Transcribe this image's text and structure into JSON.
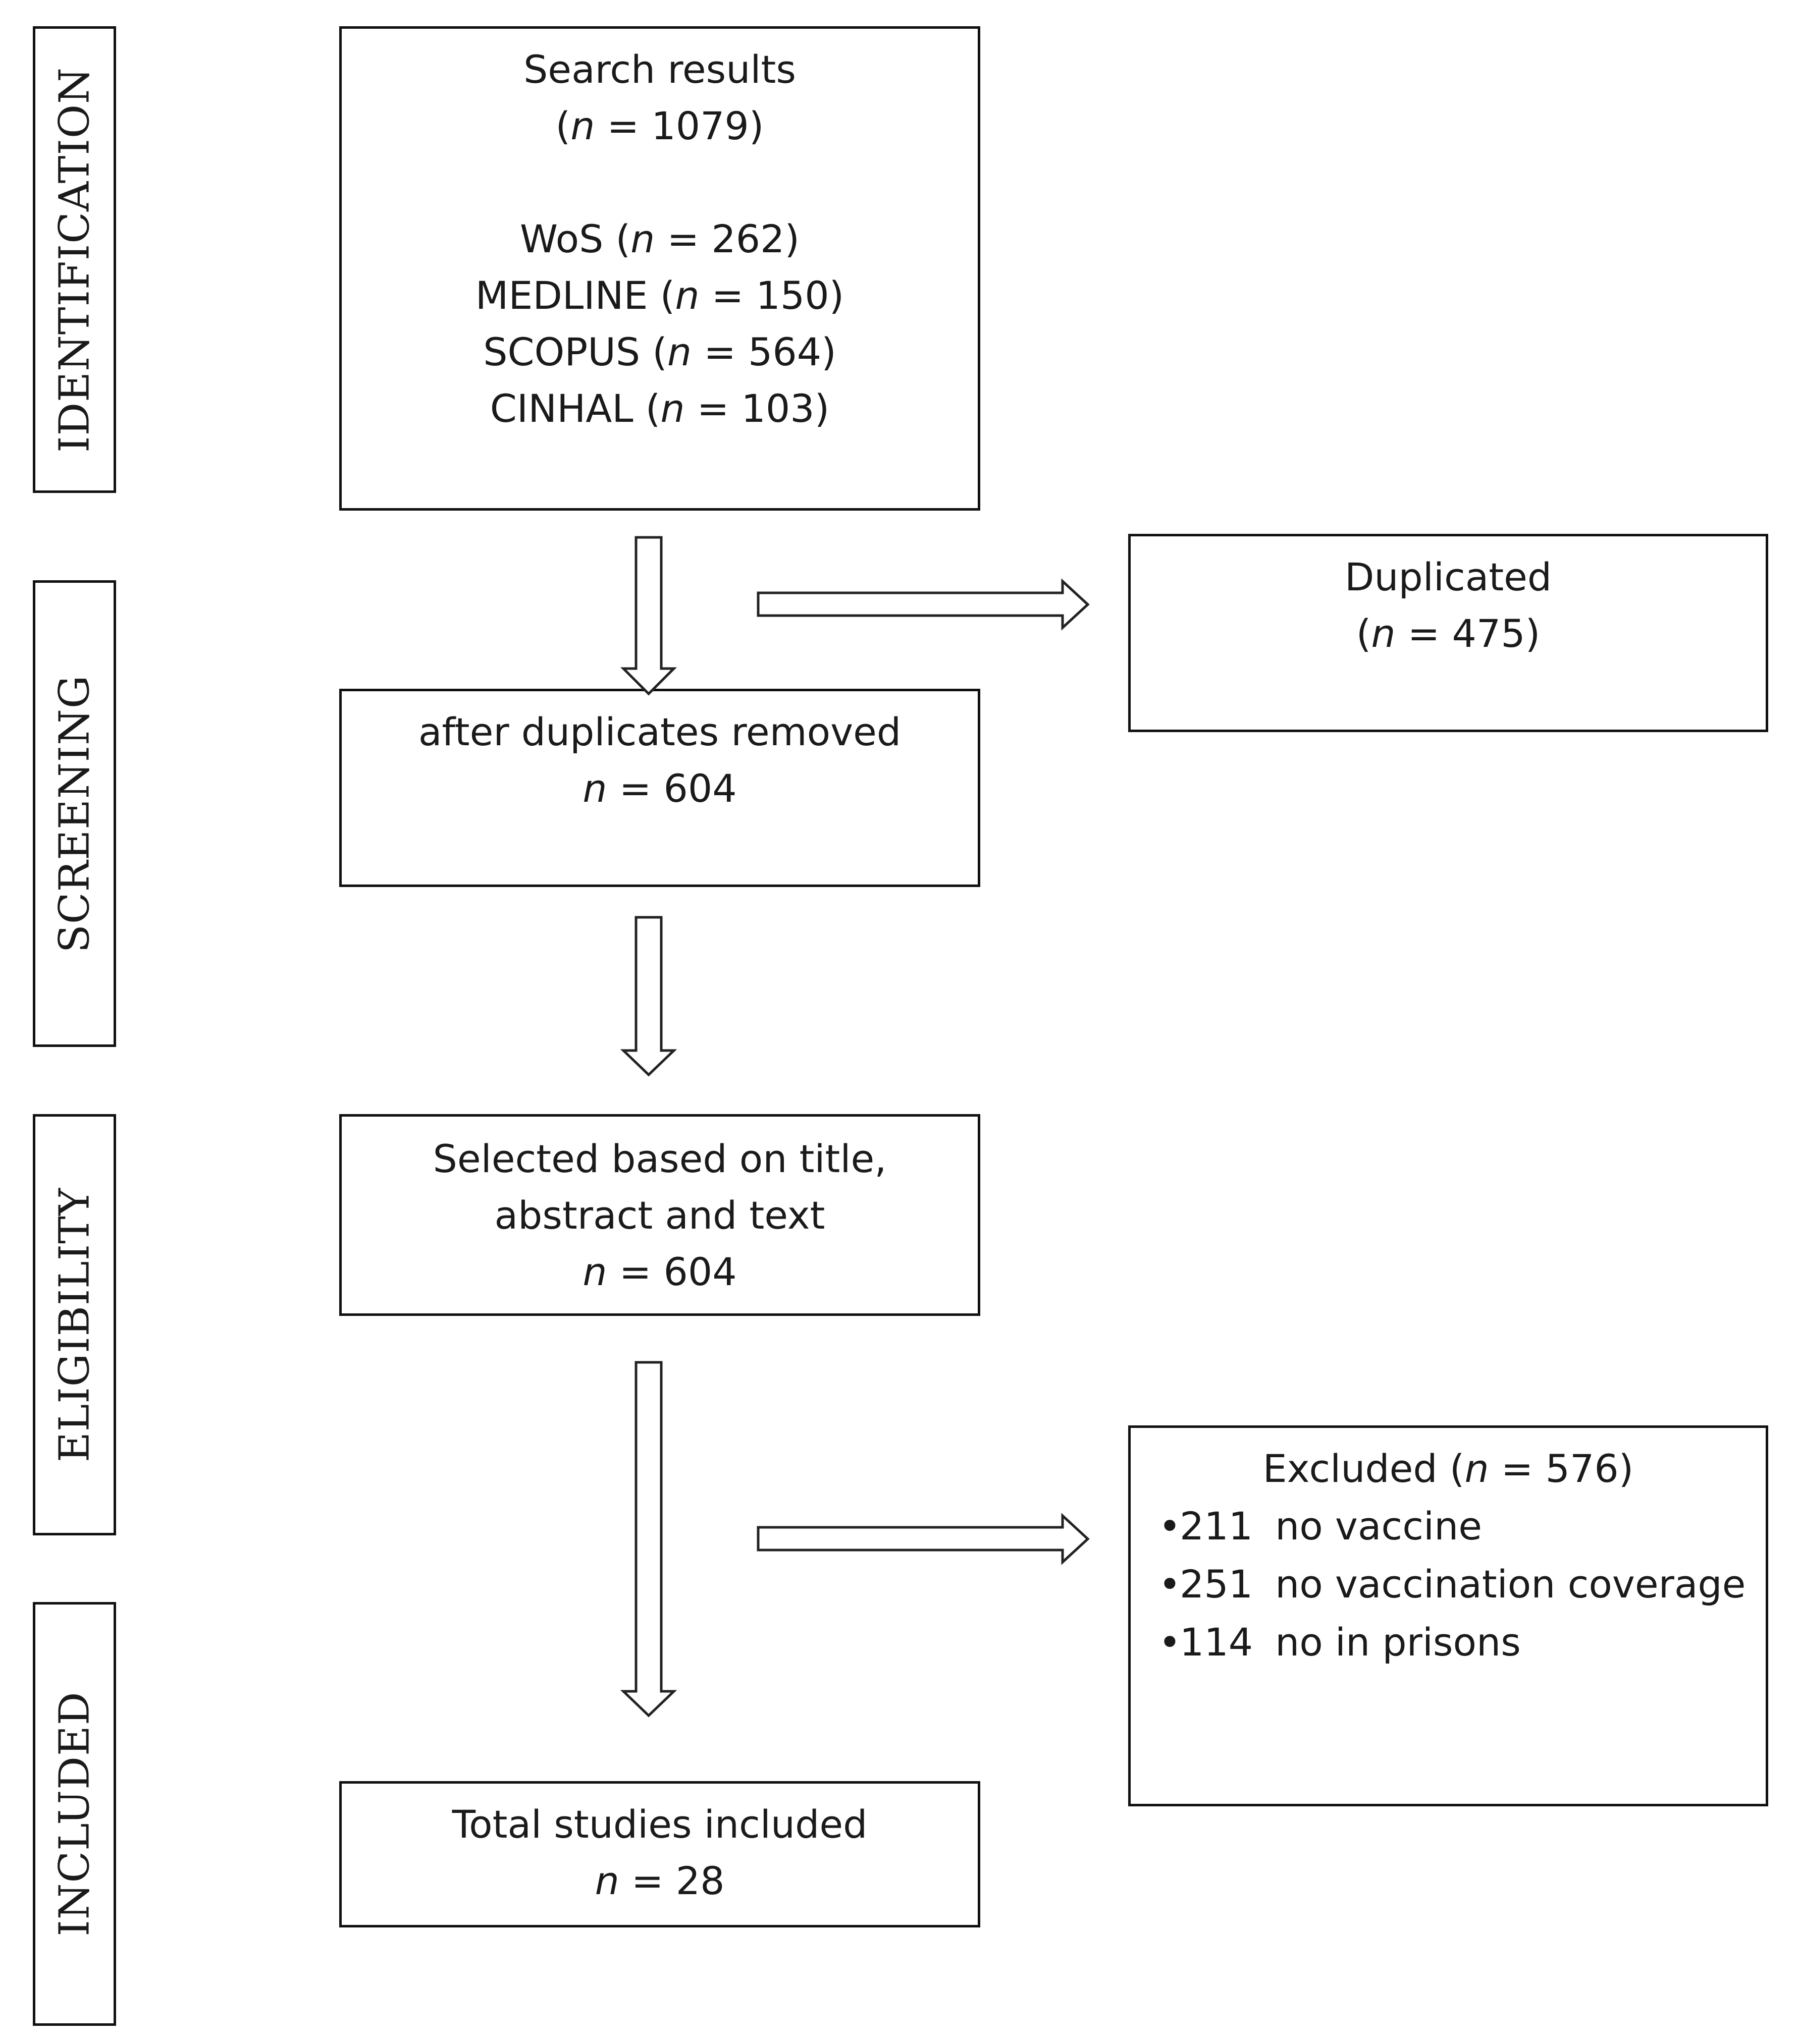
{
  "stages": {
    "identification": "IDENTIFICATION",
    "screening": "SCREENING",
    "eligibility": "ELIGIBILITY",
    "included": "INCLUDED"
  },
  "search_results": {
    "title": "Search results",
    "total_prefix": "(",
    "total_n": "n",
    "total_value": " = 1079)",
    "sources": [
      {
        "name": "WoS (",
        "n": "n",
        "value": " = 262)"
      },
      {
        "name": "MEDLINE (",
        "n": "n",
        "value": " = 150)"
      },
      {
        "name": "SCOPUS (",
        "n": "n",
        "value": " = 564)"
      },
      {
        "name": "CINHAL (",
        "n": "n",
        "value": " = 103)"
      }
    ]
  },
  "duplicated": {
    "title": "Duplicated",
    "prefix": "(",
    "n": "n",
    "value": " = 475)"
  },
  "after_duplicates": {
    "title": "after duplicates removed",
    "n": "n",
    "value": " = 604"
  },
  "selected": {
    "line1": "Selected based on title,",
    "line2": "abstract and text",
    "n": "n",
    "value": " = 604"
  },
  "excluded": {
    "title_prefix": "Excluded (",
    "n": "n",
    "title_value": " = 576)",
    "bullet": "•",
    "items": [
      {
        "count": "211",
        "reason": "no vaccine"
      },
      {
        "count": "251",
        "reason": "no vaccination coverage"
      },
      {
        "count": "114",
        "reason": "no in prisons"
      }
    ]
  },
  "total_included": {
    "title": "Total studies included",
    "n": "n",
    "value": " = 28"
  }
}
